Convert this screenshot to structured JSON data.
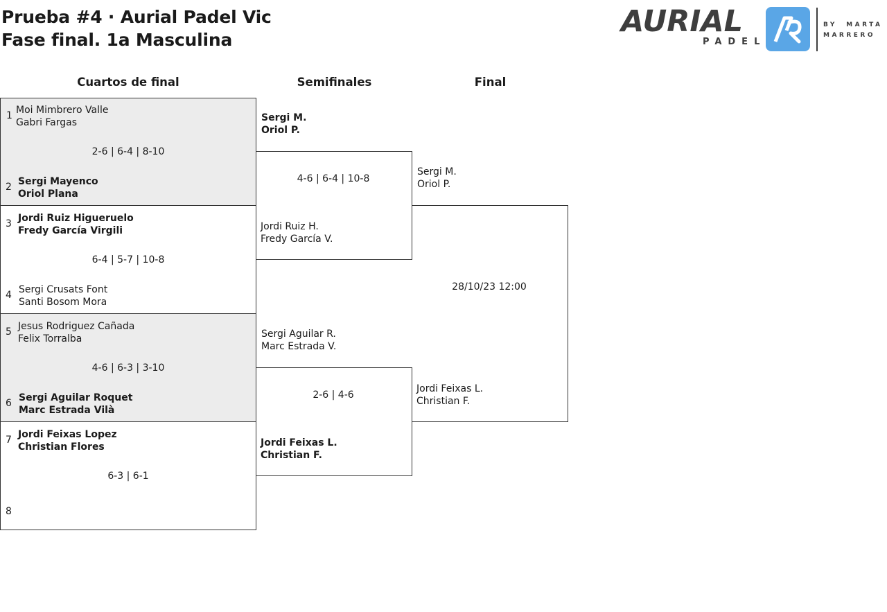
{
  "title": {
    "line1": "Prueba #4 · Aurial Padel Vic",
    "line2": "Fase final. 1a Masculina"
  },
  "logo": {
    "word": "AURIAL",
    "sub": "PADEL",
    "by": "BY",
    "name1": "MARTA",
    "name2": "MARRERO",
    "colors": {
      "badge": "#5aa6e6",
      "text": "#3e3e3e"
    }
  },
  "rounds": {
    "quarters": "Cuartos de final",
    "semis": "Semifinales",
    "final": "Final"
  },
  "quarterfinals": [
    {
      "top": {
        "seed": "1",
        "p1": "Moi Mimbrero Valle",
        "p2": "Gabri Fargas"
      },
      "bottom": {
        "seed": "2",
        "p1": "Sergi Mayenco",
        "p2": "Oriol Plana"
      },
      "winner": "bottom",
      "score": "2-6 | 6-4 | 8-10"
    },
    {
      "top": {
        "seed": "3",
        "p1": "Jordi Ruiz Higueruelo",
        "p2": "Fredy García Virgili"
      },
      "bottom": {
        "seed": "4",
        "p1": "Sergi Crusats Font",
        "p2": "Santi Bosom Mora"
      },
      "winner": "top",
      "score": "6-4 | 5-7 | 10-8"
    },
    {
      "top": {
        "seed": "5",
        "p1": "Jesus Rodriguez Cañada",
        "p2": "Felix Torralba"
      },
      "bottom": {
        "seed": "6",
        "p1": "Sergi Aguilar Roquet",
        "p2": "Marc Estrada Vilà"
      },
      "winner": "bottom",
      "score": "4-6 | 6-3 | 3-10"
    },
    {
      "top": {
        "seed": "7",
        "p1": "Jordi Feixas Lopez",
        "p2": "Christian Flores"
      },
      "bottom": {
        "seed": "8",
        "p1": "",
        "p2": ""
      },
      "winner": "top",
      "score": "6-3 | 6-1"
    }
  ],
  "semifinals": [
    {
      "top": {
        "p1": "Sergi M.",
        "p2": "Oriol P."
      },
      "bottom": {
        "p1": "Jordi Ruiz H.",
        "p2": "Fredy García V."
      },
      "winner": "top",
      "score": "4-6 | 6-4 | 10-8"
    },
    {
      "top": {
        "p1": "Sergi Aguilar R.",
        "p2": "Marc Estrada V."
      },
      "bottom": {
        "p1": "Jordi Feixas L.",
        "p2": "Christian F."
      },
      "winner": "bottom",
      "score": "2-6 | 4-6"
    }
  ],
  "final": {
    "top": {
      "p1": "Sergi M.",
      "p2": "Oriol P."
    },
    "bottom": {
      "p1": "Jordi Feixas L.",
      "p2": "Christian F."
    },
    "datetime": "28/10/23 12:00"
  }
}
